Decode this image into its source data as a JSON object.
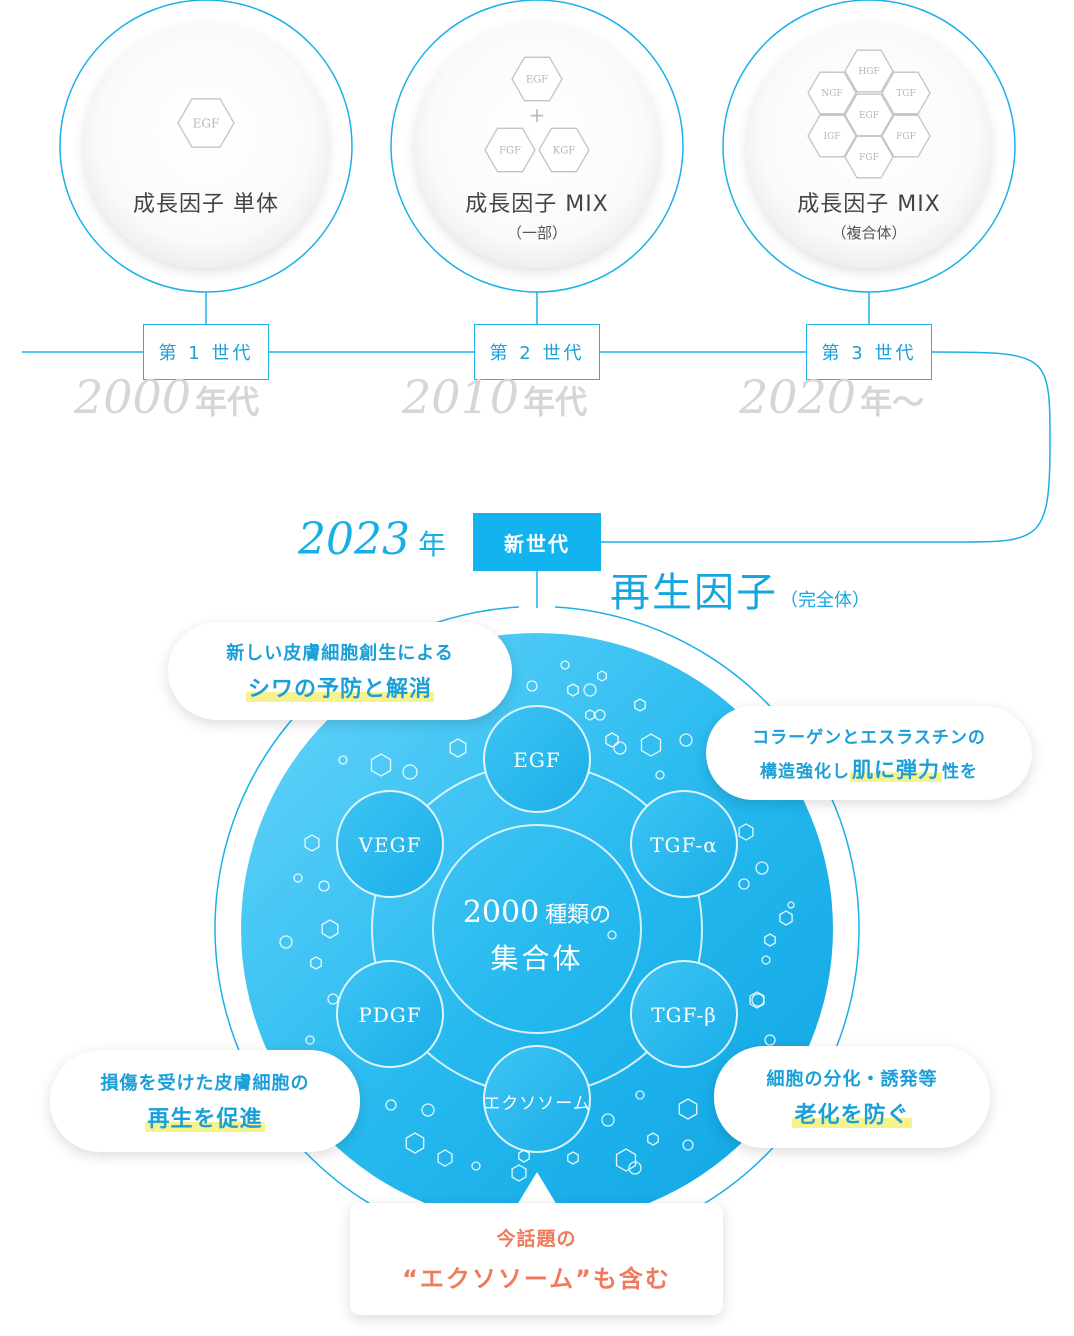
{
  "generations": [
    {
      "title": "成長因子 単体",
      "sub": "",
      "label": "第 1 世代",
      "decade": "2000",
      "decade_unit": "年代",
      "hexes": [
        "EGF"
      ]
    },
    {
      "title": "成長因子 MIX",
      "sub": "（一部）",
      "label": "第 2 世代",
      "decade": "2010",
      "decade_unit": "年代",
      "hexes": [
        "EGF",
        "FGF",
        "KGF"
      ],
      "plus": "+"
    },
    {
      "title": "成長因子 MIX",
      "sub": "（複合体）",
      "label": "第 3 世代",
      "decade": "2020",
      "decade_unit": "年～",
      "hexes": [
        "HGF",
        "NGF",
        "TGF",
        "EGF",
        "IGF",
        "FGF",
        "FGF"
      ]
    }
  ],
  "new_generation": {
    "year": "2023",
    "year_unit": "年",
    "label": "新世代",
    "title": "再生因子",
    "title_sub": "（完全体）"
  },
  "center": {
    "line1_num": "2000",
    "line1_text": "種類の",
    "line2": "集合体"
  },
  "factors": [
    "EGF",
    "TGF-α",
    "TGF-β",
    "エクソソーム",
    "PDGF",
    "VEGF"
  ],
  "benefits": [
    {
      "line1": "新しい皮膚細胞創生による",
      "line2": "シワの予防と解消"
    },
    {
      "line1": "コラーゲンとエスラスチンの",
      "line2_pre": "構造強化し",
      "line2_hl": "肌に弾力",
      "line2_post": "性を"
    },
    {
      "line1": "損傷を受けた皮膚細胞の",
      "line2": "再生を促進"
    },
    {
      "line1": "細胞の分化・誘発等",
      "line2": "老化を防ぐ"
    }
  ],
  "exosome_note": {
    "line1": "今話題の",
    "line2": "“エクソソーム”も含む"
  },
  "colors": {
    "accent": "#1ab0ea",
    "circle_light": "#5ed0f8",
    "circle_dark": "#12a8e6",
    "exosome_text": "#f07a5c",
    "highlight": "#f7f28c"
  }
}
